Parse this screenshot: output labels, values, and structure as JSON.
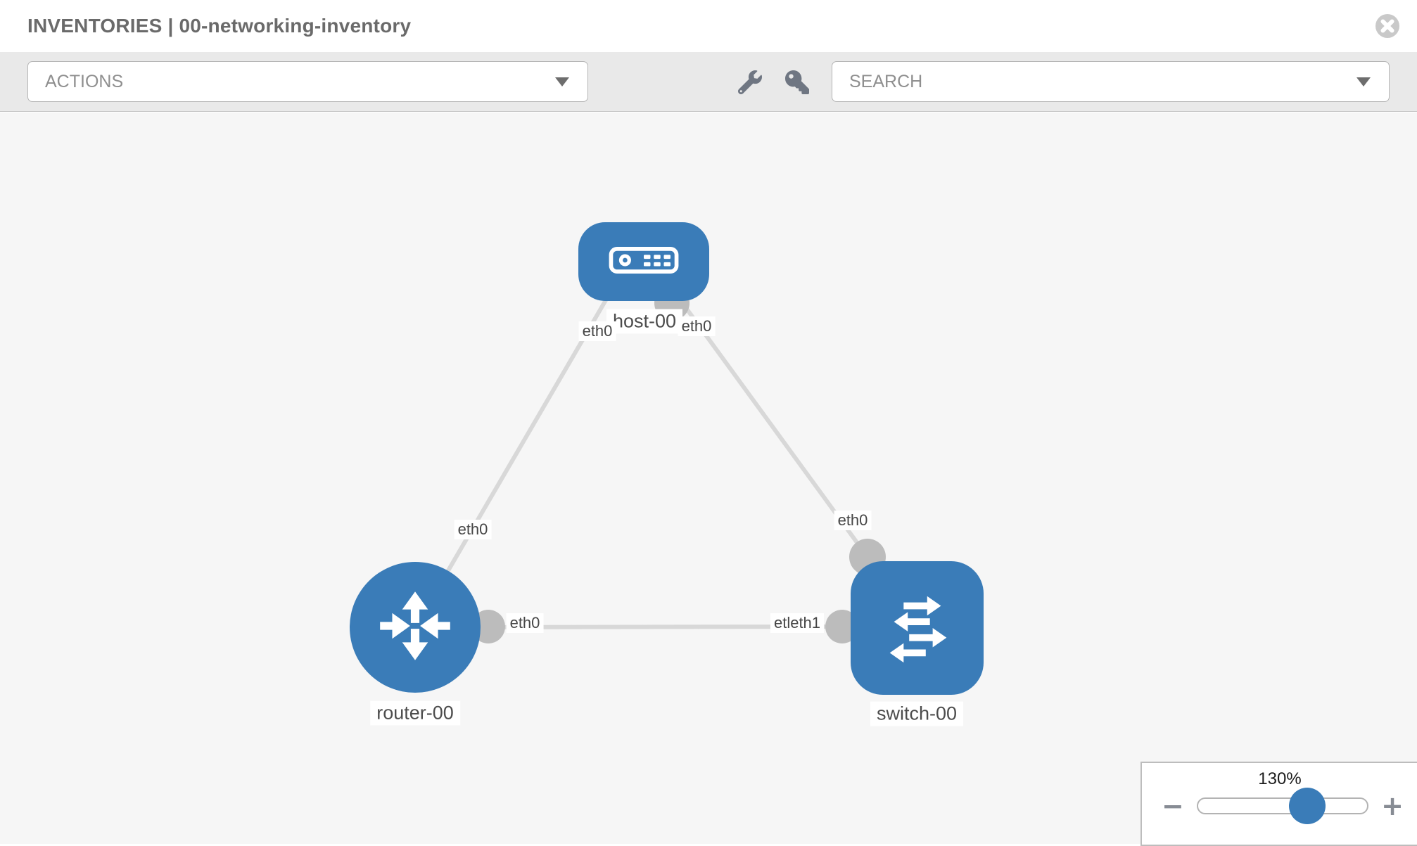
{
  "window": {
    "title": "INVENTORIES | 00-networking-inventory",
    "close_icon": "x-in-circle"
  },
  "toolbar": {
    "actions_dropdown": {
      "label": "ACTIONS"
    },
    "search_dropdown": {
      "placeholder": "SEARCH"
    },
    "icons": [
      {
        "name": "wrench-icon"
      },
      {
        "name": "key-icon"
      }
    ]
  },
  "topology": {
    "nodes": [
      {
        "id": "host-00",
        "type": "host",
        "label": "host-00",
        "icon": "host-device-icon"
      },
      {
        "id": "router-00",
        "type": "router",
        "label": "router-00",
        "icon": "router-arrows-icon"
      },
      {
        "id": "switch-00",
        "type": "switch",
        "label": "switch-00",
        "icon": "switch-arrows-icon"
      }
    ],
    "links": [
      {
        "from": "host-00",
        "to": "router-00",
        "from_iface": "eth0",
        "to_iface": "eth0"
      },
      {
        "from": "host-00",
        "to": "switch-00",
        "from_iface": "eth0",
        "to_iface": "eth0"
      },
      {
        "from": "router-00",
        "to": "switch-00",
        "from_iface": "eth0",
        "to_iface": "etleth1"
      }
    ]
  },
  "zoom_control": {
    "value": "130%",
    "minus_label": "−",
    "plus_label": "+"
  },
  "colors": {
    "node_blue": "#3a7cb8",
    "link_gray": "#d8d8d8",
    "connector_gray": "#bcbcbc",
    "toolbar_bg": "#e9e9e9",
    "canvas_bg": "#f6f6f6"
  }
}
